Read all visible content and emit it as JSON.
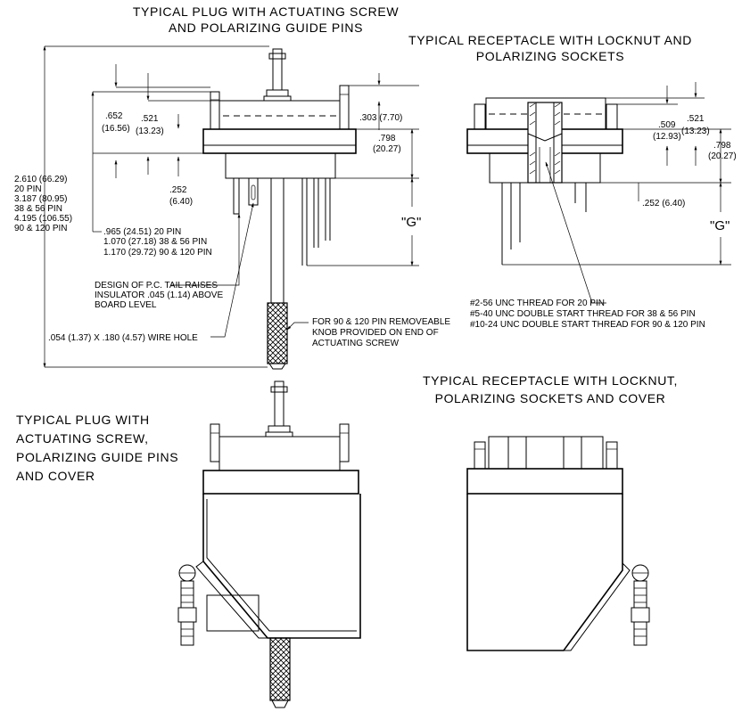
{
  "titles": {
    "plug": [
      "TYPICAL PLUG WITH ACTUATING SCREW",
      "AND POLARIZING GUIDE PINS"
    ],
    "receptacle": [
      "TYPICAL RECEPTACLE WITH LOCKNUT AND",
      "POLARIZING SOCKETS"
    ],
    "plug_cover": [
      "TYPICAL PLUG WITH",
      "ACTUATING SCREW,",
      "POLARIZING GUIDE PINS",
      "AND COVER"
    ],
    "receptacle_cover": [
      "TYPICAL RECEPTACLE WITH LOCKNUT,",
      "POLARIZING SOCKETS AND COVER"
    ]
  },
  "plug_dims": {
    "overall": [
      "2.610 (66.29)",
      "20 PIN",
      "3.187 (80.95)",
      "38 & 56 PIN",
      "4.195 (106.55)",
      "90 & 120 PIN"
    ],
    "d652": [
      ".652",
      "(16.56)"
    ],
    "d521": [
      ".521",
      "(13.23)"
    ],
    "d303": ".303 (7.70)",
    "d798": [
      ".798",
      "(20.27)"
    ],
    "d252": [
      ".252",
      "(6.40)"
    ],
    "g": "\"G\"",
    "tail": [
      ".965 (24.51) 20 PIN",
      "1.070 (27.18) 38 & 56 PIN",
      "1.170 (29.72) 90 & 120 PIN"
    ]
  },
  "notes": {
    "pc_tail": [
      "DESIGN OF P.C. TAIL RAISES",
      "INSULATOR .045 (1.14) ABOVE",
      "BOARD LEVEL"
    ],
    "wire_hole": ".054 (1.37) X .180 (4.57) WIRE HOLE",
    "knob": [
      "FOR 90 & 120 PIN REMOVEABLE",
      "KNOB PROVIDED ON END OF",
      "ACTUATING SCREW"
    ],
    "threads": [
      "#2-56 UNC THREAD FOR 20 PIN",
      "#5-40 UNC DOUBLE START THREAD FOR 38 & 56 PIN",
      "#10-24 UNC DOUBLE START THREAD FOR 90 & 120 PIN"
    ]
  },
  "rec_dims": {
    "d509": [
      ".509",
      "(12.93)"
    ],
    "d521": [
      ".521",
      "(13.23)"
    ],
    "d798": [
      ".798",
      "(20.27)"
    ],
    "d252": ".252 (6.40)",
    "g": "\"G\""
  }
}
